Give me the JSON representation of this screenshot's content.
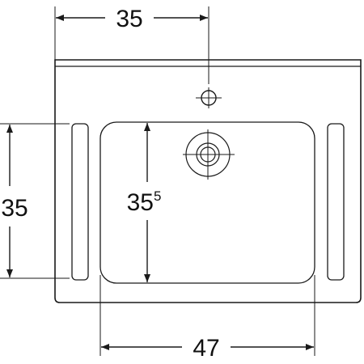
{
  "dimensions": {
    "tap_offset": "35",
    "depth_main": "35",
    "basin_depth_main": "35",
    "basin_depth_sup": "5",
    "basin_width": "47"
  },
  "colors": {
    "line": "#1a1a1a",
    "background": "#ffffff"
  }
}
